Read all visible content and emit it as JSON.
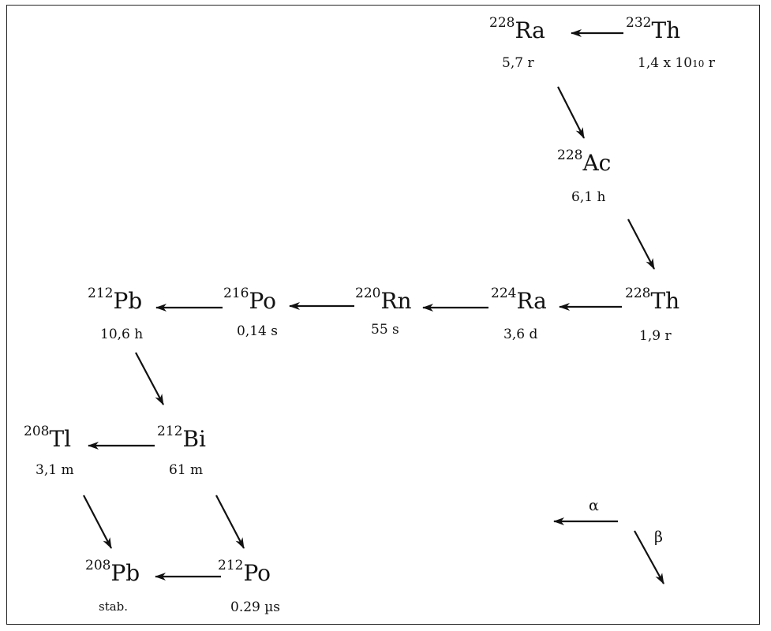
{
  "nuclides": [
    {
      "id": "th232",
      "mass": "232",
      "symbol": "Th",
      "half_life": "1,4 x 10",
      "half_life_exp": "10",
      "half_life_unit": " r"
    },
    {
      "id": "ra228",
      "mass": "228",
      "symbol": "Ra",
      "half_life": "5,7 r"
    },
    {
      "id": "ac228",
      "mass": "228",
      "symbol": "Ac",
      "half_life": "6,1 h"
    },
    {
      "id": "th228",
      "mass": "228",
      "symbol": "Th",
      "half_life": "1,9 r"
    },
    {
      "id": "ra224",
      "mass": "224",
      "symbol": "Ra",
      "half_life": "3,6 d"
    },
    {
      "id": "rn220",
      "mass": "220",
      "symbol": "Rn",
      "half_life": "55 s"
    },
    {
      "id": "po216",
      "mass": "216",
      "symbol": "Po",
      "half_life": "0,14 s"
    },
    {
      "id": "pb212",
      "mass": "212",
      "symbol": "Pb",
      "half_life": "10,6 h"
    },
    {
      "id": "bi212",
      "mass": "212",
      "symbol": "Bi",
      "half_life": "61 m"
    },
    {
      "id": "tl208",
      "mass": "208",
      "symbol": "Tl",
      "half_life": "3,1 m"
    },
    {
      "id": "po212",
      "mass": "212",
      "symbol": "Po",
      "half_life": "0.29 µs"
    },
    {
      "id": "pb208",
      "mass": "208",
      "symbol": "Pb",
      "half_life": "stab."
    }
  ],
  "decays": [
    {
      "from": "th232",
      "to": "ra228",
      "mode": "alpha"
    },
    {
      "from": "ra228",
      "to": "ac228",
      "mode": "beta"
    },
    {
      "from": "ac228",
      "to": "th228",
      "mode": "beta"
    },
    {
      "from": "th228",
      "to": "ra224",
      "mode": "alpha"
    },
    {
      "from": "ra224",
      "to": "rn220",
      "mode": "alpha"
    },
    {
      "from": "rn220",
      "to": "po216",
      "mode": "alpha"
    },
    {
      "from": "po216",
      "to": "pb212",
      "mode": "alpha"
    },
    {
      "from": "pb212",
      "to": "bi212",
      "mode": "beta"
    },
    {
      "from": "bi212",
      "to": "tl208",
      "mode": "alpha"
    },
    {
      "from": "bi212",
      "to": "po212",
      "mode": "beta"
    },
    {
      "from": "tl208",
      "to": "pb208",
      "mode": "beta"
    },
    {
      "from": "po212",
      "to": "pb208",
      "mode": "alpha"
    }
  ],
  "legend": {
    "alpha": "α",
    "beta": "β"
  }
}
